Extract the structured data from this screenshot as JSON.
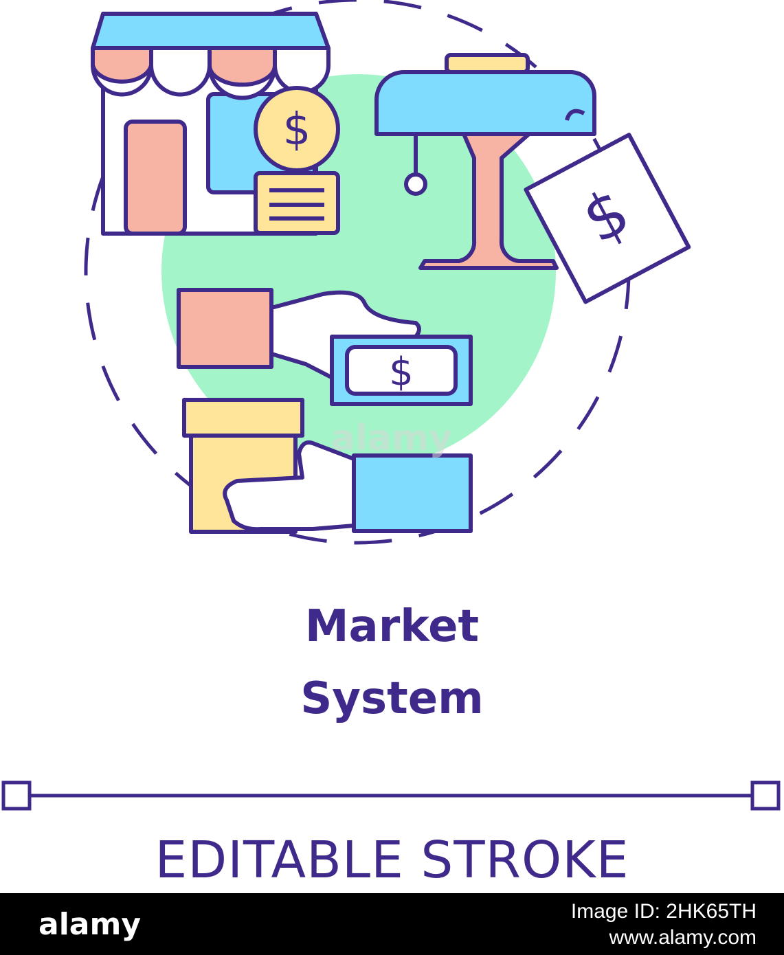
{
  "illustration": {
    "icons": [
      "storefront-icon",
      "coin-stack-icon",
      "desk-lamp-icon",
      "price-tag-icon",
      "money-exchange-icon",
      "box-exchange-icon"
    ],
    "colors": {
      "outline": "#3f2a8c",
      "green": "#a3f5c9",
      "blue": "#7fdcff",
      "pink": "#f7b3a4",
      "yellow": "#ffe59a"
    },
    "watermark": "alamy"
  },
  "title": {
    "line1": "Market",
    "line2": "System"
  },
  "caption": "EDITABLE STROKE",
  "footer": {
    "logo": "alamy",
    "image_id": "Image ID: 2HK65TH",
    "url": "www.alamy.com"
  }
}
